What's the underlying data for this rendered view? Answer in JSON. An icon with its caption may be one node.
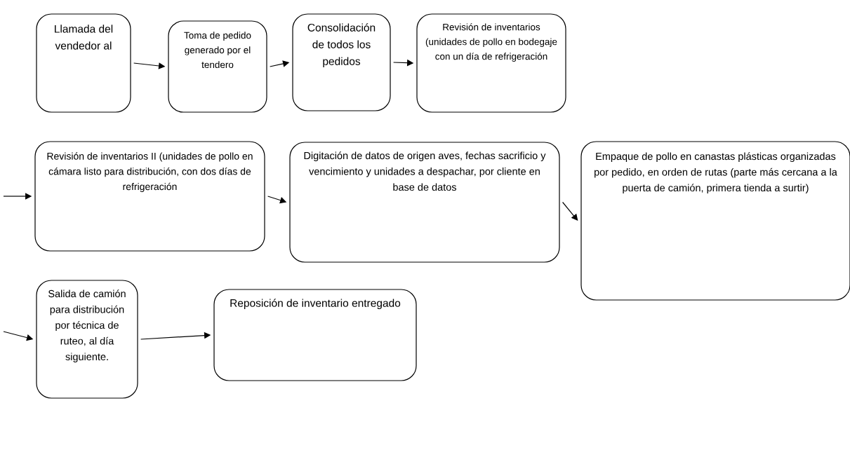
{
  "diagram": {
    "nodes": [
      {
        "text": [
          "Llamada del vendedor al"
        ]
      },
      {
        "text": [
          "Toma de pedido generado por el tendero"
        ]
      },
      {
        "text": [
          "Consolidación de todos los pedidos"
        ]
      },
      {
        "text": [
          "Revisión de inventarios (unidades de pollo en bodegaje con un día de refrigeración"
        ]
      },
      {
        "text": [
          "Revisión de inventarios II (unidades de pollo en cámara listo para distribución, con dos días de refrigeración"
        ]
      },
      {
        "text": [
          "Digitación de datos de origen aves, fechas sacrificio y vencimiento y unidades a despachar, por cliente en base de datos"
        ]
      },
      {
        "text": [
          "Empaque de pollo en canastas plásticas organizadas por pedido, en orden de rutas (parte más cercana a la puerta de camión, primera tienda a surtir)"
        ]
      },
      {
        "text": [
          "Salida de camión para distribución por técnica de ruteo, al día siguiente."
        ]
      },
      {
        "text": [
          "Reposición de inventario entregado"
        ]
      }
    ],
    "edges": [
      {
        "from": 0,
        "to": 1,
        "arrow": "to"
      },
      {
        "from": 1,
        "to": 2,
        "arrow": "to"
      },
      {
        "from": 2,
        "to": 3,
        "arrow": "to"
      },
      {
        "from": null,
        "to": 4,
        "arrow": "to"
      },
      {
        "from": 4,
        "to": 5,
        "arrow": "to"
      },
      {
        "from": 5,
        "to": 6,
        "arrow": "to"
      },
      {
        "from": null,
        "to": 7,
        "arrow": "to"
      },
      {
        "from": 7,
        "to": 8,
        "arrow": "to"
      }
    ]
  }
}
